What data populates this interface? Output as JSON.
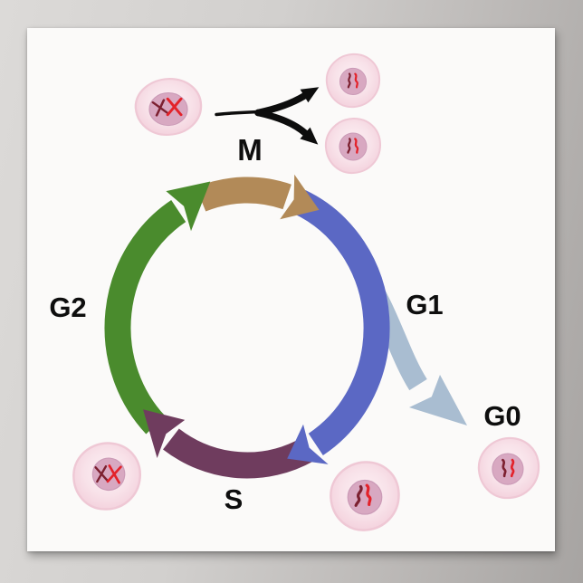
{
  "scene": {
    "backdrop_color_left": "#dcdad8",
    "backdrop_color_right": "#a7a4a2",
    "poster_color": "#fbfaf9"
  },
  "diagram": {
    "label_color": "#0e0e0e",
    "division_arrows_color": "#0d0d0d",
    "phases": {
      "g2": {
        "label": "G2",
        "color": "#4a8b2d"
      },
      "m": {
        "label": "M",
        "color": "#b28a58"
      },
      "g1": {
        "label": "G1",
        "color": "#5b68c4"
      },
      "s": {
        "label": "S",
        "color": "#6f3c5e"
      },
      "g0": {
        "label": "G0",
        "color": "#a9bdd1"
      }
    },
    "cell_palette": {
      "membrane": "#f8e2e9",
      "membrane_edge": "#efc8d5",
      "nucleus": "#d8a8c1",
      "chromosome_dark": "#7c2030",
      "chromosome_red": "#e3222a"
    },
    "cells": {
      "parent": {
        "chromosomes": "duplicated"
      },
      "daughter_top": {
        "chromosomes": "single"
      },
      "daughter_bottom": {
        "chromosomes": "single"
      },
      "g2_cell": {
        "chromosomes": "duplicated"
      },
      "s_cell": {
        "chromosomes": "single"
      },
      "g0_cell": {
        "chromosomes": "single"
      }
    }
  }
}
